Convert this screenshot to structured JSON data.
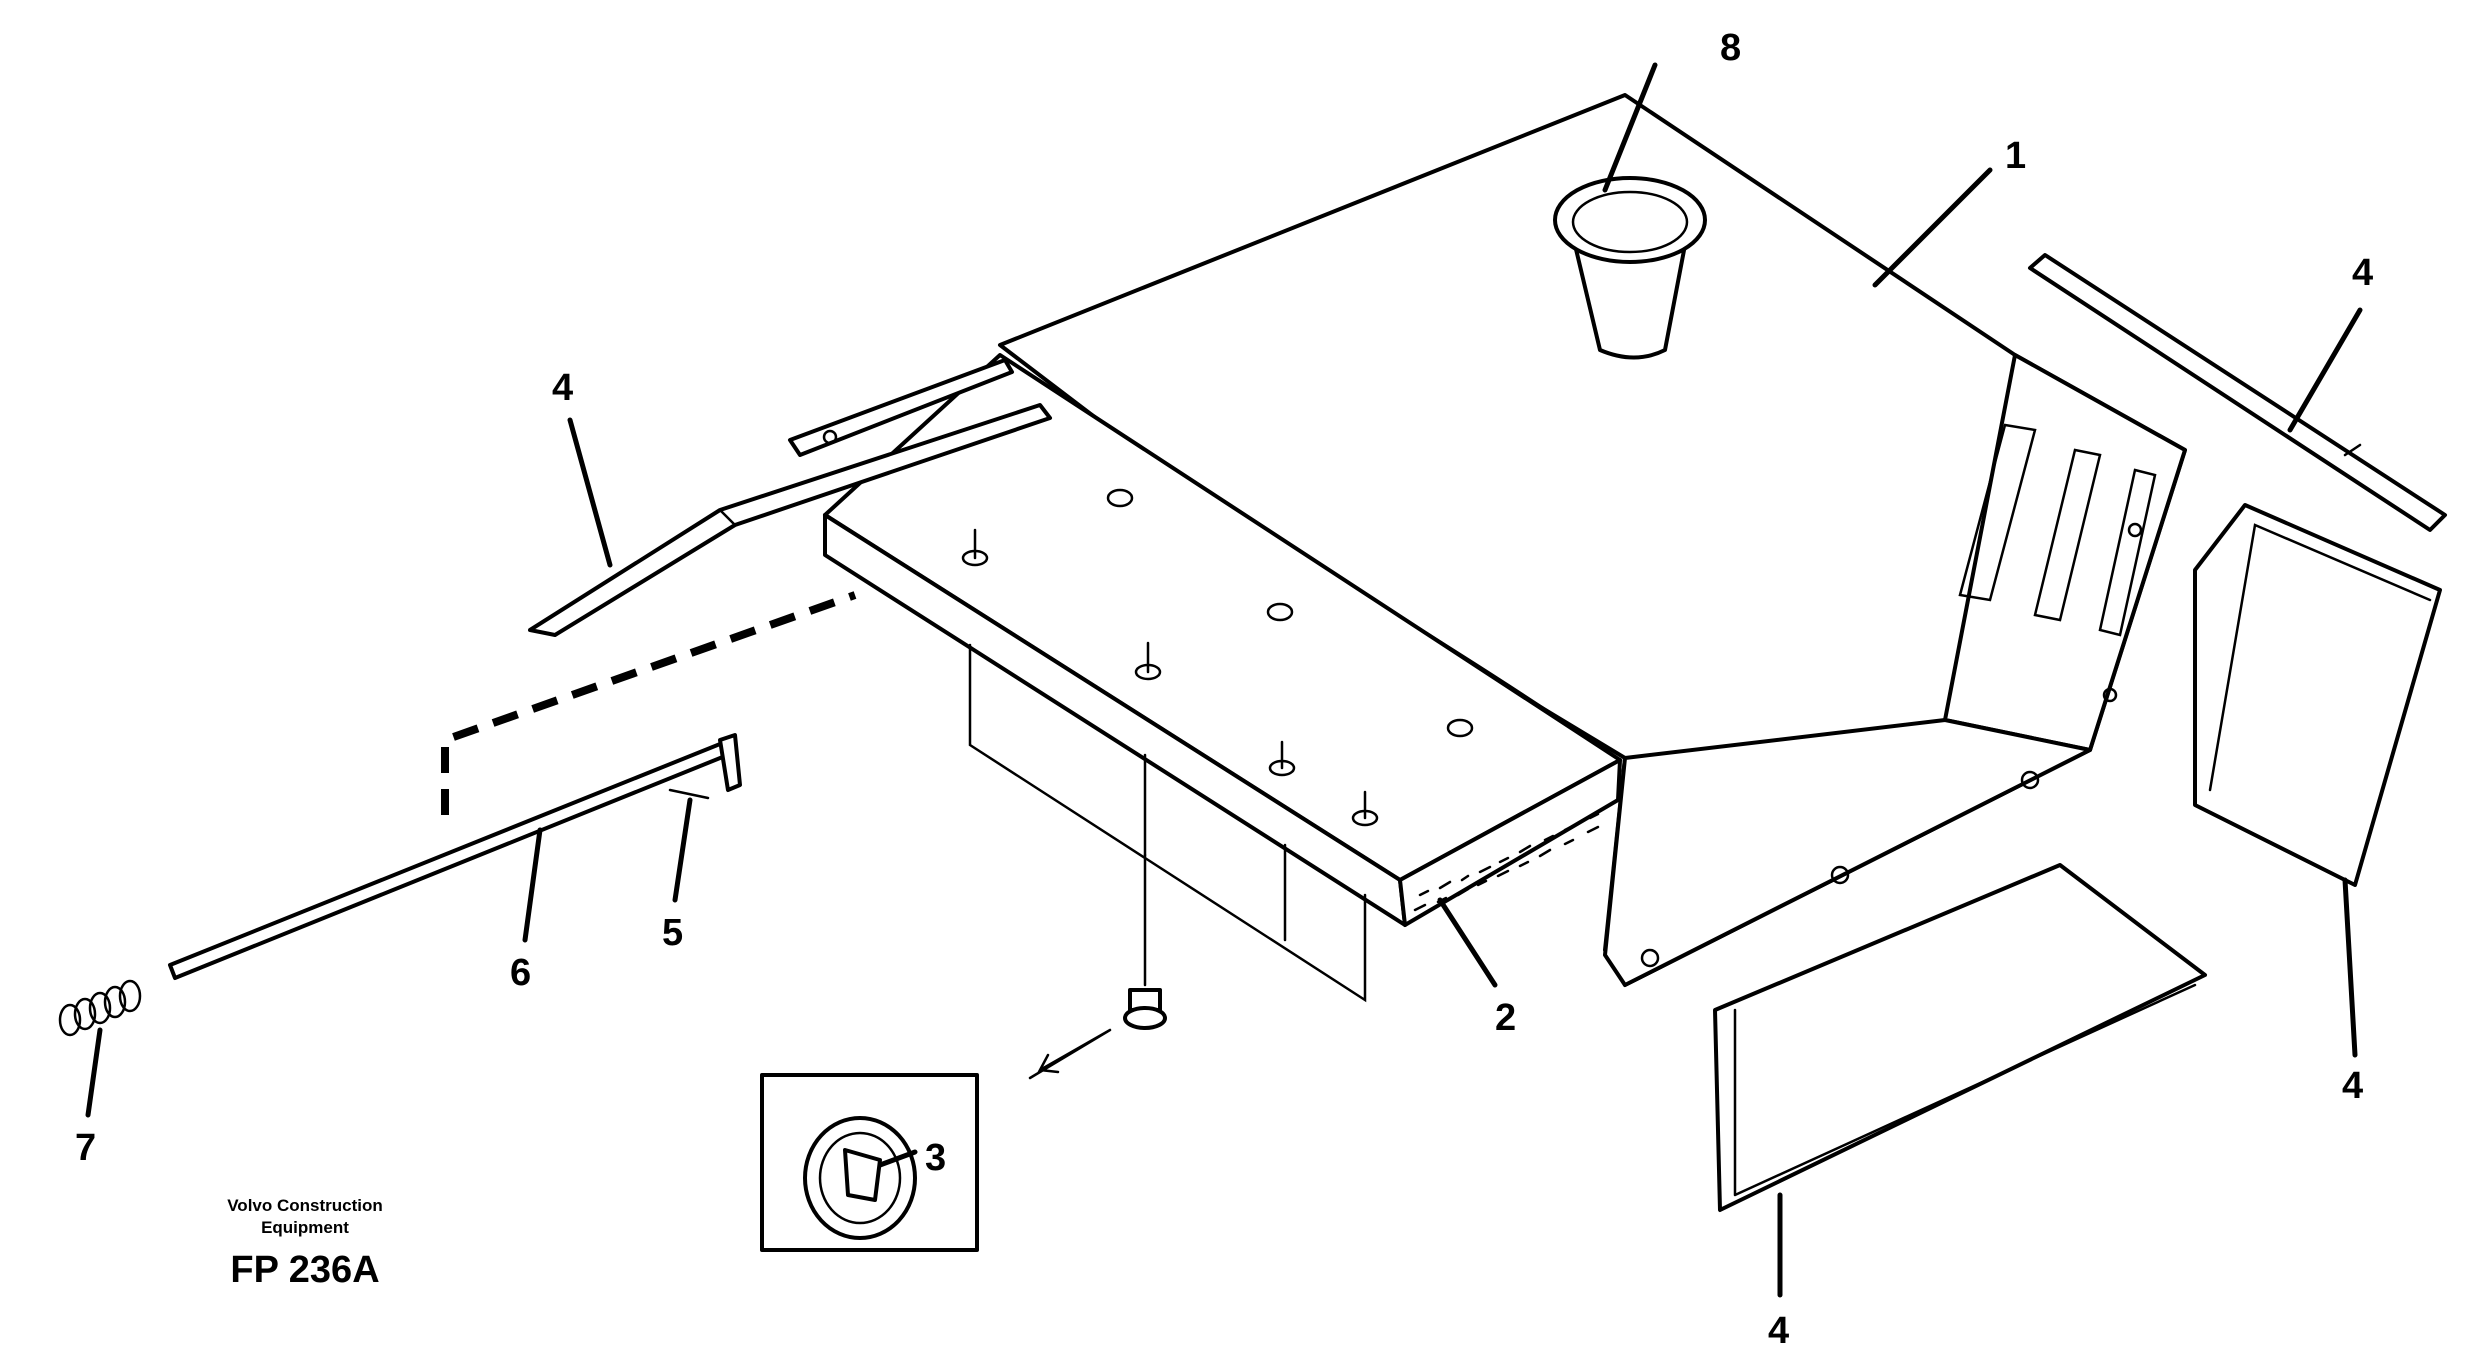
{
  "callouts": {
    "c1": "1",
    "c2": "2",
    "c3": "3",
    "c4a": "4",
    "c4b": "4",
    "c4c": "4",
    "c4d": "4",
    "c5": "5",
    "c6": "6",
    "c7": "7",
    "c8": "8"
  },
  "caption": {
    "manufacturer_line1": "Volvo Construction",
    "manufacturer_line2": "Equipment",
    "figure_code": "FP 236A"
  }
}
